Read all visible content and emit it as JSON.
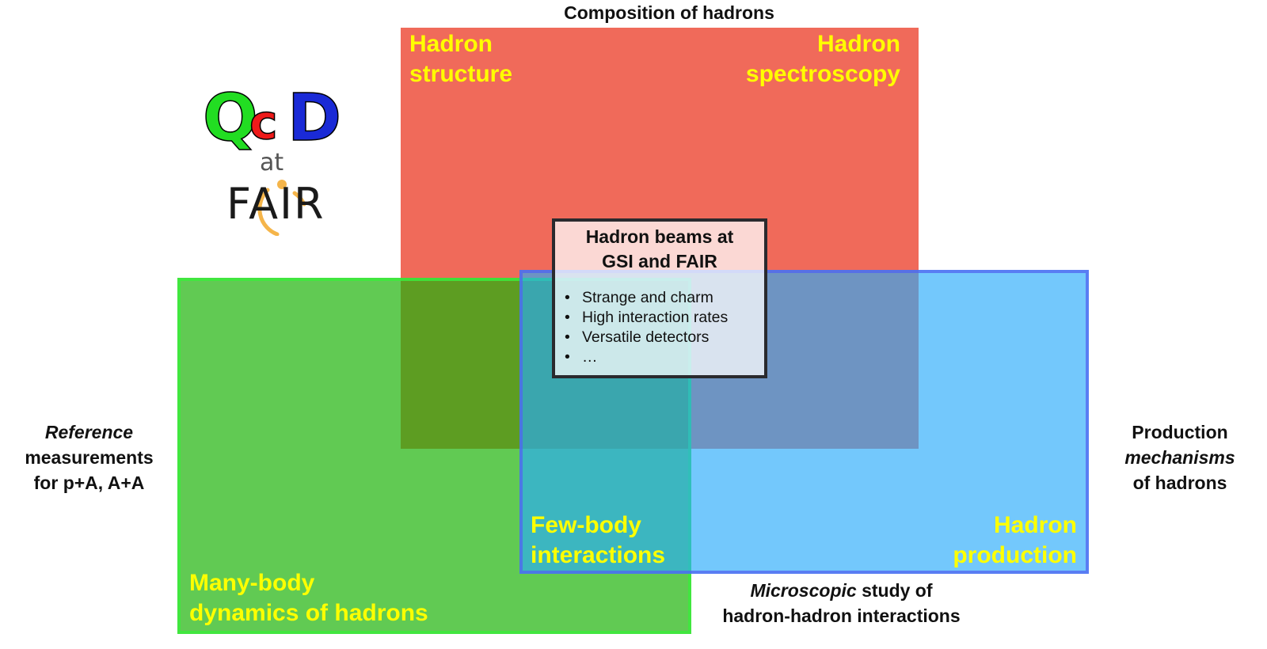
{
  "diagram": {
    "title_top": "Composition of hadrons",
    "regions": {
      "red": {
        "color": "#f16b5b",
        "label_left": [
          "Hadron",
          "structure"
        ],
        "label_right": [
          "Hadron",
          "spectroscopy"
        ]
      },
      "green": {
        "color": "#62c954",
        "border_color": "#4ee84e",
        "label_bottom_left": [
          "Many-body",
          "dynamics of hadrons"
        ]
      },
      "blue": {
        "color": "#73c8fb",
        "border_color": "#6a7ff0",
        "label_bottom_right": [
          "Hadron",
          "production"
        ]
      },
      "green_blue_overlap": {
        "color": "#2ab0ae",
        "label": [
          "Few-body",
          "interactions"
        ]
      }
    },
    "label_color": "#ffff00",
    "center_box": {
      "title": [
        "Hadron beams at",
        "GSI and FAIR"
      ],
      "items": [
        "Strange and charm",
        "High interaction rates",
        "Versatile detectors",
        "…"
      ],
      "bullet": "•"
    },
    "side_left": {
      "line1_italic": "Reference",
      "line2": "measurements",
      "line3": "for p+A, A+A"
    },
    "side_right": {
      "line1": "Production",
      "line2_italic": "mechanisms",
      "line3": "of hadrons"
    },
    "bottom": {
      "line1_italic": "Microscopic",
      "line1_rest": " study of",
      "line2": "hadron-hadron interactions"
    }
  },
  "logo": {
    "q": "Q",
    "c": "c",
    "d": "D",
    "at": "at",
    "fair": "FAIR",
    "colors": {
      "q": "#22dd22",
      "c": "#ee1a1a",
      "d": "#1a2ad6",
      "fair_ring": "#f5b54a"
    }
  }
}
